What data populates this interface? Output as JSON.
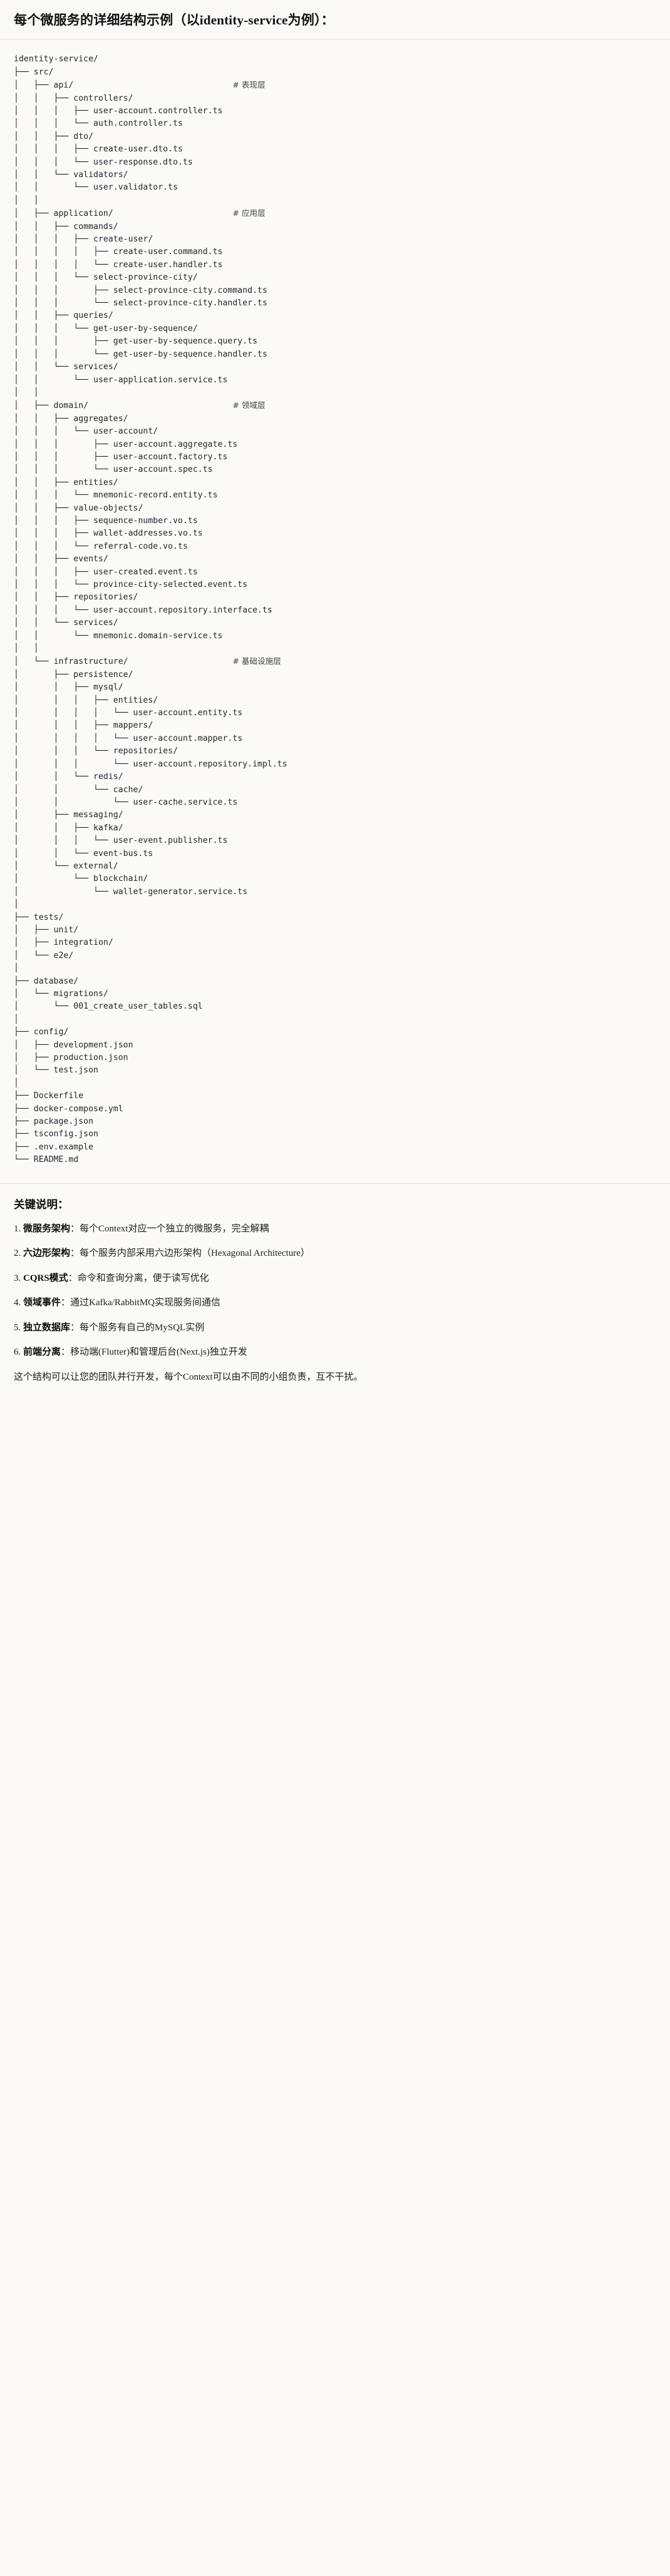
{
  "header": {
    "title": "每个微服务的详细结构示例（以identity-service为例）："
  },
  "tree": {
    "root": "identity-service/",
    "lines": [
      {
        "path": "identity-service/",
        "comment": ""
      },
      {
        "path": "├── src/",
        "comment": ""
      },
      {
        "path": "│   ├── api/",
        "comment": "# 表现层"
      },
      {
        "path": "│   │   ├── controllers/",
        "comment": ""
      },
      {
        "path": "│   │   │   ├── user-account.controller.ts",
        "comment": ""
      },
      {
        "path": "│   │   │   └── auth.controller.ts",
        "comment": ""
      },
      {
        "path": "│   │   ├── dto/",
        "comment": ""
      },
      {
        "path": "│   │   │   ├── create-user.dto.ts",
        "comment": ""
      },
      {
        "path": "│   │   │   └── user-response.dto.ts",
        "comment": ""
      },
      {
        "path": "│   │   └── validators/",
        "comment": ""
      },
      {
        "path": "│   │       └── user.validator.ts",
        "comment": ""
      },
      {
        "path": "│   │",
        "comment": ""
      },
      {
        "path": "│   ├── application/",
        "comment": "# 应用层"
      },
      {
        "path": "│   │   ├── commands/",
        "comment": ""
      },
      {
        "path": "│   │   │   ├── create-user/",
        "comment": ""
      },
      {
        "path": "│   │   │   │   ├── create-user.command.ts",
        "comment": ""
      },
      {
        "path": "│   │   │   │   └── create-user.handler.ts",
        "comment": ""
      },
      {
        "path": "│   │   │   └── select-province-city/",
        "comment": ""
      },
      {
        "path": "│   │   │       ├── select-province-city.command.ts",
        "comment": ""
      },
      {
        "path": "│   │   │       └── select-province-city.handler.ts",
        "comment": ""
      },
      {
        "path": "│   │   ├── queries/",
        "comment": ""
      },
      {
        "path": "│   │   │   └── get-user-by-sequence/",
        "comment": ""
      },
      {
        "path": "│   │   │       ├── get-user-by-sequence.query.ts",
        "comment": ""
      },
      {
        "path": "│   │   │       └── get-user-by-sequence.handler.ts",
        "comment": ""
      },
      {
        "path": "│   │   └── services/",
        "comment": ""
      },
      {
        "path": "│   │       └── user-application.service.ts",
        "comment": ""
      },
      {
        "path": "│   │",
        "comment": ""
      },
      {
        "path": "│   ├── domain/",
        "comment": "# 领域层"
      },
      {
        "path": "│   │   ├── aggregates/",
        "comment": ""
      },
      {
        "path": "│   │   │   └── user-account/",
        "comment": ""
      },
      {
        "path": "│   │   │       ├── user-account.aggregate.ts",
        "comment": ""
      },
      {
        "path": "│   │   │       ├── user-account.factory.ts",
        "comment": ""
      },
      {
        "path": "│   │   │       └── user-account.spec.ts",
        "comment": ""
      },
      {
        "path": "│   │   ├── entities/",
        "comment": ""
      },
      {
        "path": "│   │   │   └── mnemonic-record.entity.ts",
        "comment": ""
      },
      {
        "path": "│   │   ├── value-objects/",
        "comment": ""
      },
      {
        "path": "│   │   │   ├── sequence-number.vo.ts",
        "comment": ""
      },
      {
        "path": "│   │   │   ├── wallet-addresses.vo.ts",
        "comment": ""
      },
      {
        "path": "│   │   │   └── referral-code.vo.ts",
        "comment": ""
      },
      {
        "path": "│   │   ├── events/",
        "comment": ""
      },
      {
        "path": "│   │   │   ├── user-created.event.ts",
        "comment": ""
      },
      {
        "path": "│   │   │   └── province-city-selected.event.ts",
        "comment": ""
      },
      {
        "path": "│   │   ├── repositories/",
        "comment": ""
      },
      {
        "path": "│   │   │   └── user-account.repository.interface.ts",
        "comment": ""
      },
      {
        "path": "│   │   └── services/",
        "comment": ""
      },
      {
        "path": "│   │       └── mnemonic.domain-service.ts",
        "comment": ""
      },
      {
        "path": "│   │",
        "comment": ""
      },
      {
        "path": "│   └── infrastructure/",
        "comment": "# 基础设施层"
      },
      {
        "path": "│       ├── persistence/",
        "comment": ""
      },
      {
        "path": "│       │   ├── mysql/",
        "comment": ""
      },
      {
        "path": "│       │   │   ├── entities/",
        "comment": ""
      },
      {
        "path": "│       │   │   │   └── user-account.entity.ts",
        "comment": ""
      },
      {
        "path": "│       │   │   ├── mappers/",
        "comment": ""
      },
      {
        "path": "│       │   │   │   └── user-account.mapper.ts",
        "comment": ""
      },
      {
        "path": "│       │   │   └── repositories/",
        "comment": ""
      },
      {
        "path": "│       │   │       └── user-account.repository.impl.ts",
        "comment": ""
      },
      {
        "path": "│       │   └── redis/",
        "comment": ""
      },
      {
        "path": "│       │       └── cache/",
        "comment": ""
      },
      {
        "path": "│       │           └── user-cache.service.ts",
        "comment": ""
      },
      {
        "path": "│       ├── messaging/",
        "comment": ""
      },
      {
        "path": "│       │   ├── kafka/",
        "comment": ""
      },
      {
        "path": "│       │   │   └── user-event.publisher.ts",
        "comment": ""
      },
      {
        "path": "│       │   └── event-bus.ts",
        "comment": ""
      },
      {
        "path": "│       └── external/",
        "comment": ""
      },
      {
        "path": "│           └── blockchain/",
        "comment": ""
      },
      {
        "path": "│               └── wallet-generator.service.ts",
        "comment": ""
      },
      {
        "path": "│",
        "comment": ""
      },
      {
        "path": "├── tests/",
        "comment": ""
      },
      {
        "path": "│   ├── unit/",
        "comment": ""
      },
      {
        "path": "│   ├── integration/",
        "comment": ""
      },
      {
        "path": "│   └── e2e/",
        "comment": ""
      },
      {
        "path": "│",
        "comment": ""
      },
      {
        "path": "├── database/",
        "comment": ""
      },
      {
        "path": "│   └── migrations/",
        "comment": ""
      },
      {
        "path": "│       └── 001_create_user_tables.sql",
        "comment": ""
      },
      {
        "path": "│",
        "comment": ""
      },
      {
        "path": "├── config/",
        "comment": ""
      },
      {
        "path": "│   ├── development.json",
        "comment": ""
      },
      {
        "path": "│   ├── production.json",
        "comment": ""
      },
      {
        "path": "│   └── test.json",
        "comment": ""
      },
      {
        "path": "│",
        "comment": ""
      },
      {
        "path": "├── Dockerfile",
        "comment": ""
      },
      {
        "path": "├── docker-compose.yml",
        "comment": ""
      },
      {
        "path": "├── package.json",
        "comment": ""
      },
      {
        "path": "├── tsconfig.json",
        "comment": ""
      },
      {
        "path": "├── .env.example",
        "comment": ""
      },
      {
        "path": "└── README.md",
        "comment": ""
      }
    ]
  },
  "notes": {
    "title": "关键说明：",
    "items": [
      {
        "num": "1.",
        "term": "微服务架构",
        "sep": "：",
        "desc": "每个Context对应一个独立的微服务，完全解耦"
      },
      {
        "num": "2.",
        "term": "六边形架构",
        "sep": "：",
        "desc": "每个服务内部采用六边形架构（Hexagonal Architecture）"
      },
      {
        "num": "3.",
        "term": "CQRS模式",
        "sep": "：",
        "desc": "命令和查询分离，便于读写优化"
      },
      {
        "num": "4.",
        "term": "领域事件",
        "sep": "：",
        "desc": "通过Kafka/RabbitMQ实现服务间通信"
      },
      {
        "num": "5.",
        "term": "独立数据库",
        "sep": "：",
        "desc": "每个服务有自己的MySQL实例"
      },
      {
        "num": "6.",
        "term": "前端分离",
        "sep": "：",
        "desc": "移动端(Flutter)和管理后台(Next.js)独立开发"
      }
    ],
    "closing": "这个结构可以让您的团队并行开发，每个Context可以由不同的小组负责，互不干扰。"
  },
  "colors": {
    "background": "#fbfaf7",
    "text": "#1b1b1b",
    "divider": "#e3e0da",
    "comment": "#3a3f45"
  }
}
